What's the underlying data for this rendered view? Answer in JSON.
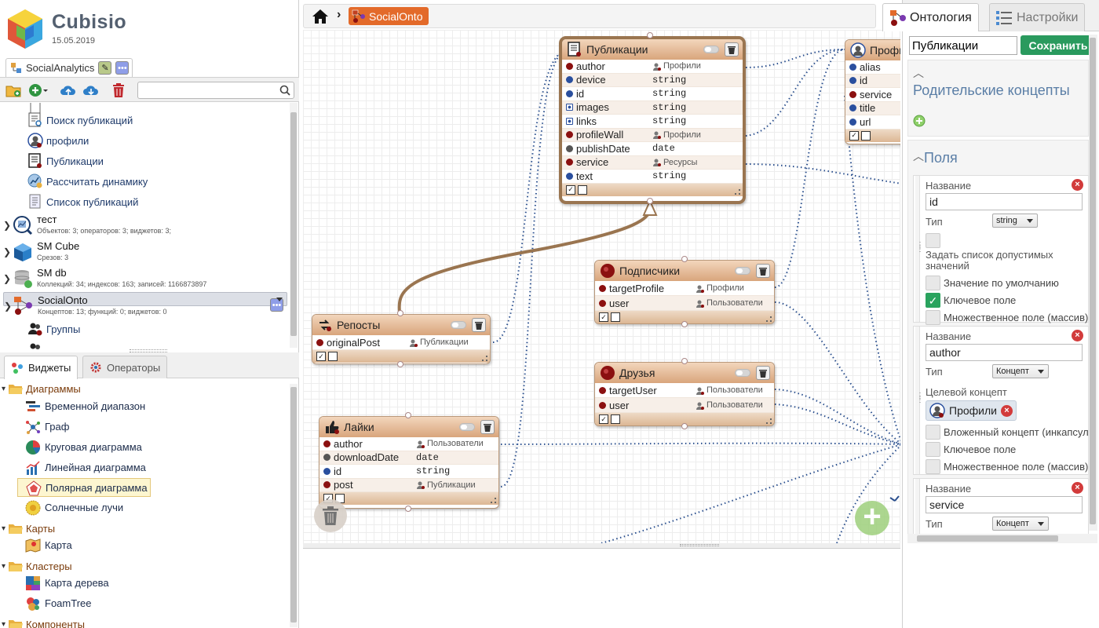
{
  "app": {
    "name": "Cubisio",
    "date": "15.05.2019"
  },
  "project_tab": {
    "label": "SocialAnalytics",
    "edit_icon": "pencil-icon",
    "more_icon": "ellipsis-icon"
  },
  "left_search": {
    "placeholder": ""
  },
  "tree_items": [
    {
      "label": "Поиск публикаций",
      "icon": "search-doc-icon"
    },
    {
      "label": "профили",
      "icon": "profile-icon"
    },
    {
      "label": "Публикации",
      "icon": "document-icon"
    },
    {
      "label": "Рассчитать динамику",
      "icon": "calculation-icon"
    },
    {
      "label": "Список публикаций",
      "icon": "list-doc-icon"
    }
  ],
  "bases": [
    {
      "name": "тест",
      "meta": "Объектов: 3; операторов: 3; виджетов: 3;"
    },
    {
      "name": "SM Cube",
      "meta": "Срезов: 3"
    },
    {
      "name": "SM db",
      "meta": "Коллекций: 34; индексов: 163; записей: 1166873897"
    },
    {
      "name": "SocialOnto",
      "meta": "Концептов: 13; функций: 0; виджетов: 0"
    }
  ],
  "sub_items": [
    {
      "label": "Группы",
      "icon": "users-icon"
    }
  ],
  "widget_tabs": [
    {
      "label": "Виджеты",
      "active": true
    },
    {
      "label": "Операторы",
      "active": false
    }
  ],
  "widget_groups": {
    "diagrams": {
      "label": "Диаграммы",
      "items": [
        "Временной диапазон",
        "Граф",
        "Круговая диаграмма",
        "Линейная диаграмма",
        "Полярная диаграмма",
        "Солнечные лучи"
      ]
    },
    "maps": {
      "label": "Карты",
      "items": [
        "Карта"
      ]
    },
    "clusters": {
      "label": "Кластеры",
      "items": [
        "Карта дерева",
        "FoamTree"
      ]
    },
    "components": {
      "label": "Компоненты",
      "items": []
    }
  },
  "breadcrumb": {
    "current": "SocialOnto"
  },
  "nodes": {
    "publications": {
      "title": "Публикации",
      "fields": [
        {
          "name": "author",
          "type": "Профили",
          "kind": "ref",
          "dot": "#8b1010"
        },
        {
          "name": "device",
          "type": "string",
          "kind": "prim",
          "dot": "#2a4f9e"
        },
        {
          "name": "id",
          "type": "string",
          "kind": "prim",
          "dot": "#2a4f9e"
        },
        {
          "name": "images",
          "type": "string",
          "kind": "arr",
          "dot": "#2a4f9e"
        },
        {
          "name": "links",
          "type": "string",
          "kind": "arr",
          "dot": "#2a4f9e"
        },
        {
          "name": "profileWall",
          "type": "Профили",
          "kind": "ref",
          "dot": "#8b1010"
        },
        {
          "name": "publishDate",
          "type": "date",
          "kind": "date",
          "dot": "#555555"
        },
        {
          "name": "service",
          "type": "Ресурсы",
          "kind": "ref",
          "dot": "#8b1010"
        },
        {
          "name": "text",
          "type": "string",
          "kind": "prim",
          "dot": "#2a4f9e"
        }
      ]
    },
    "profiles": {
      "title": "Профи",
      "fields": [
        {
          "name": "alias",
          "dot": "#2a4f9e"
        },
        {
          "name": "id",
          "dot": "#2a4f9e"
        },
        {
          "name": "service",
          "dot": "#8b1010"
        },
        {
          "name": "title",
          "dot": "#2a4f9e"
        },
        {
          "name": "url",
          "dot": "#2a4f9e"
        }
      ]
    },
    "subscribers": {
      "title": "Подписчики",
      "fields": [
        {
          "name": "targetProfile",
          "type": "Профили",
          "dot": "#8b1010"
        },
        {
          "name": "user",
          "type": "Пользователи",
          "dot": "#8b1010"
        }
      ]
    },
    "friends": {
      "title": "Друзья",
      "fields": [
        {
          "name": "targetUser",
          "type": "Пользователи",
          "dot": "#8b1010"
        },
        {
          "name": "user",
          "type": "Пользователи",
          "dot": "#8b1010"
        }
      ]
    },
    "reposts": {
      "title": "Репосты",
      "fields": [
        {
          "name": "originalPost",
          "type": "Публикации",
          "dot": "#8b1010"
        }
      ]
    },
    "likes": {
      "title": "Лайки",
      "fields": [
        {
          "name": "author",
          "type": "Пользователи",
          "kind": "ref",
          "dot": "#8b1010"
        },
        {
          "name": "downloadDate",
          "type": "date",
          "kind": "date",
          "dot": "#555555"
        },
        {
          "name": "id",
          "type": "string",
          "kind": "prim",
          "dot": "#2a4f9e"
        },
        {
          "name": "post",
          "type": "Публикации",
          "kind": "ref",
          "dot": "#8b1010"
        }
      ]
    }
  },
  "right_tabs": [
    {
      "label": "Онтология",
      "active": true
    },
    {
      "label": "Настройки",
      "active": false
    }
  ],
  "concept": {
    "name": "Публикации",
    "save_label": "Сохранить"
  },
  "parents_section": {
    "title": "Родительские концепты"
  },
  "fields_section": {
    "title": "Поля"
  },
  "field_cards": {
    "id": {
      "name_label": "Название",
      "name": "id",
      "type_label": "Тип",
      "type": "string",
      "allowed_label": "Задать список допустимых значений",
      "default_label": "Значение по умолчанию",
      "key_label": "Ключевое поле",
      "key_checked": true,
      "multi_label": "Множественное поле (массив)"
    },
    "author": {
      "name_label": "Название",
      "name": "author",
      "type_label": "Тип",
      "type": "Концепт",
      "target_label": "Целевой концепт",
      "target": "Профили",
      "embedded_label": "Вложенный концепт (инкапсуляция)",
      "key_label": "Ключевое поле",
      "multi_label": "Множественное поле (массив)"
    },
    "service": {
      "name_label": "Название",
      "name": "service",
      "type_label": "Тип",
      "type": "Концепт"
    }
  },
  "colors": {
    "accent": "#e36a2a",
    "save": "#2a9a5e",
    "link": "#2a4f9e",
    "ref": "#8b1010",
    "node_border": "#9a7550"
  }
}
